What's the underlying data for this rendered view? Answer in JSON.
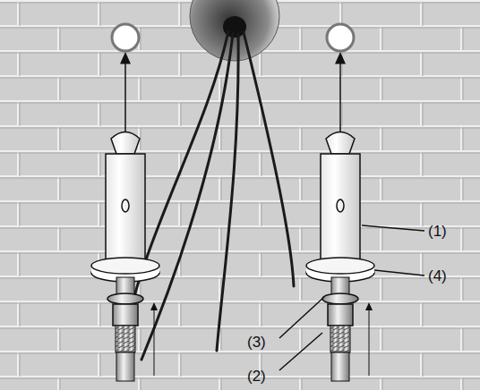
{
  "diagram": {
    "labels": [
      "(1)",
      "(4)",
      "(3)",
      "(2)"
    ]
  }
}
